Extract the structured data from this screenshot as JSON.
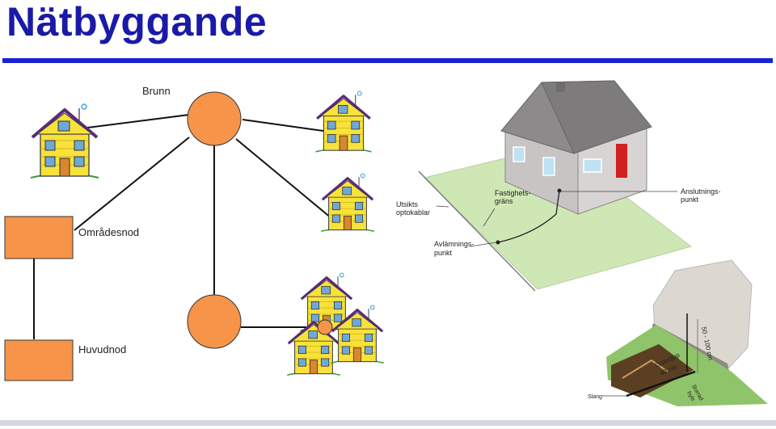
{
  "title": "Nätbyggande",
  "network": {
    "brunn_label": "Brunn",
    "omradesnod_label": "Områdesnod",
    "huvudnod_label": "Huvudnod"
  },
  "property": {
    "utsikts_label_1": "Utsikts",
    "utsikts_label_2": "optokablar",
    "fastighets_label_1": "Fastighets-",
    "fastighets_label_2": "gräns",
    "avlamnings_label_1": "Avlämnings-",
    "avlamnings_label_2": "punkt",
    "anslutnings_label_1": "Anslutnings-",
    "anslutnings_label_2": "punkt"
  },
  "trench": {
    "depth_label": "50 - 100 cm",
    "gravdjup_label_1": "Gravdjup",
    "gravdjup_label_2": "40 cm",
    "slang_label": "Slang",
    "borrad_label_1": "Borrad",
    "borrad_label_2": "hyls"
  },
  "colors": {
    "title": "#1a1aa8",
    "rule": "#1a22d8",
    "node_orange": "#f6944a",
    "house_yellow": "#f7e23c",
    "lawn": "#cfe7b5"
  }
}
